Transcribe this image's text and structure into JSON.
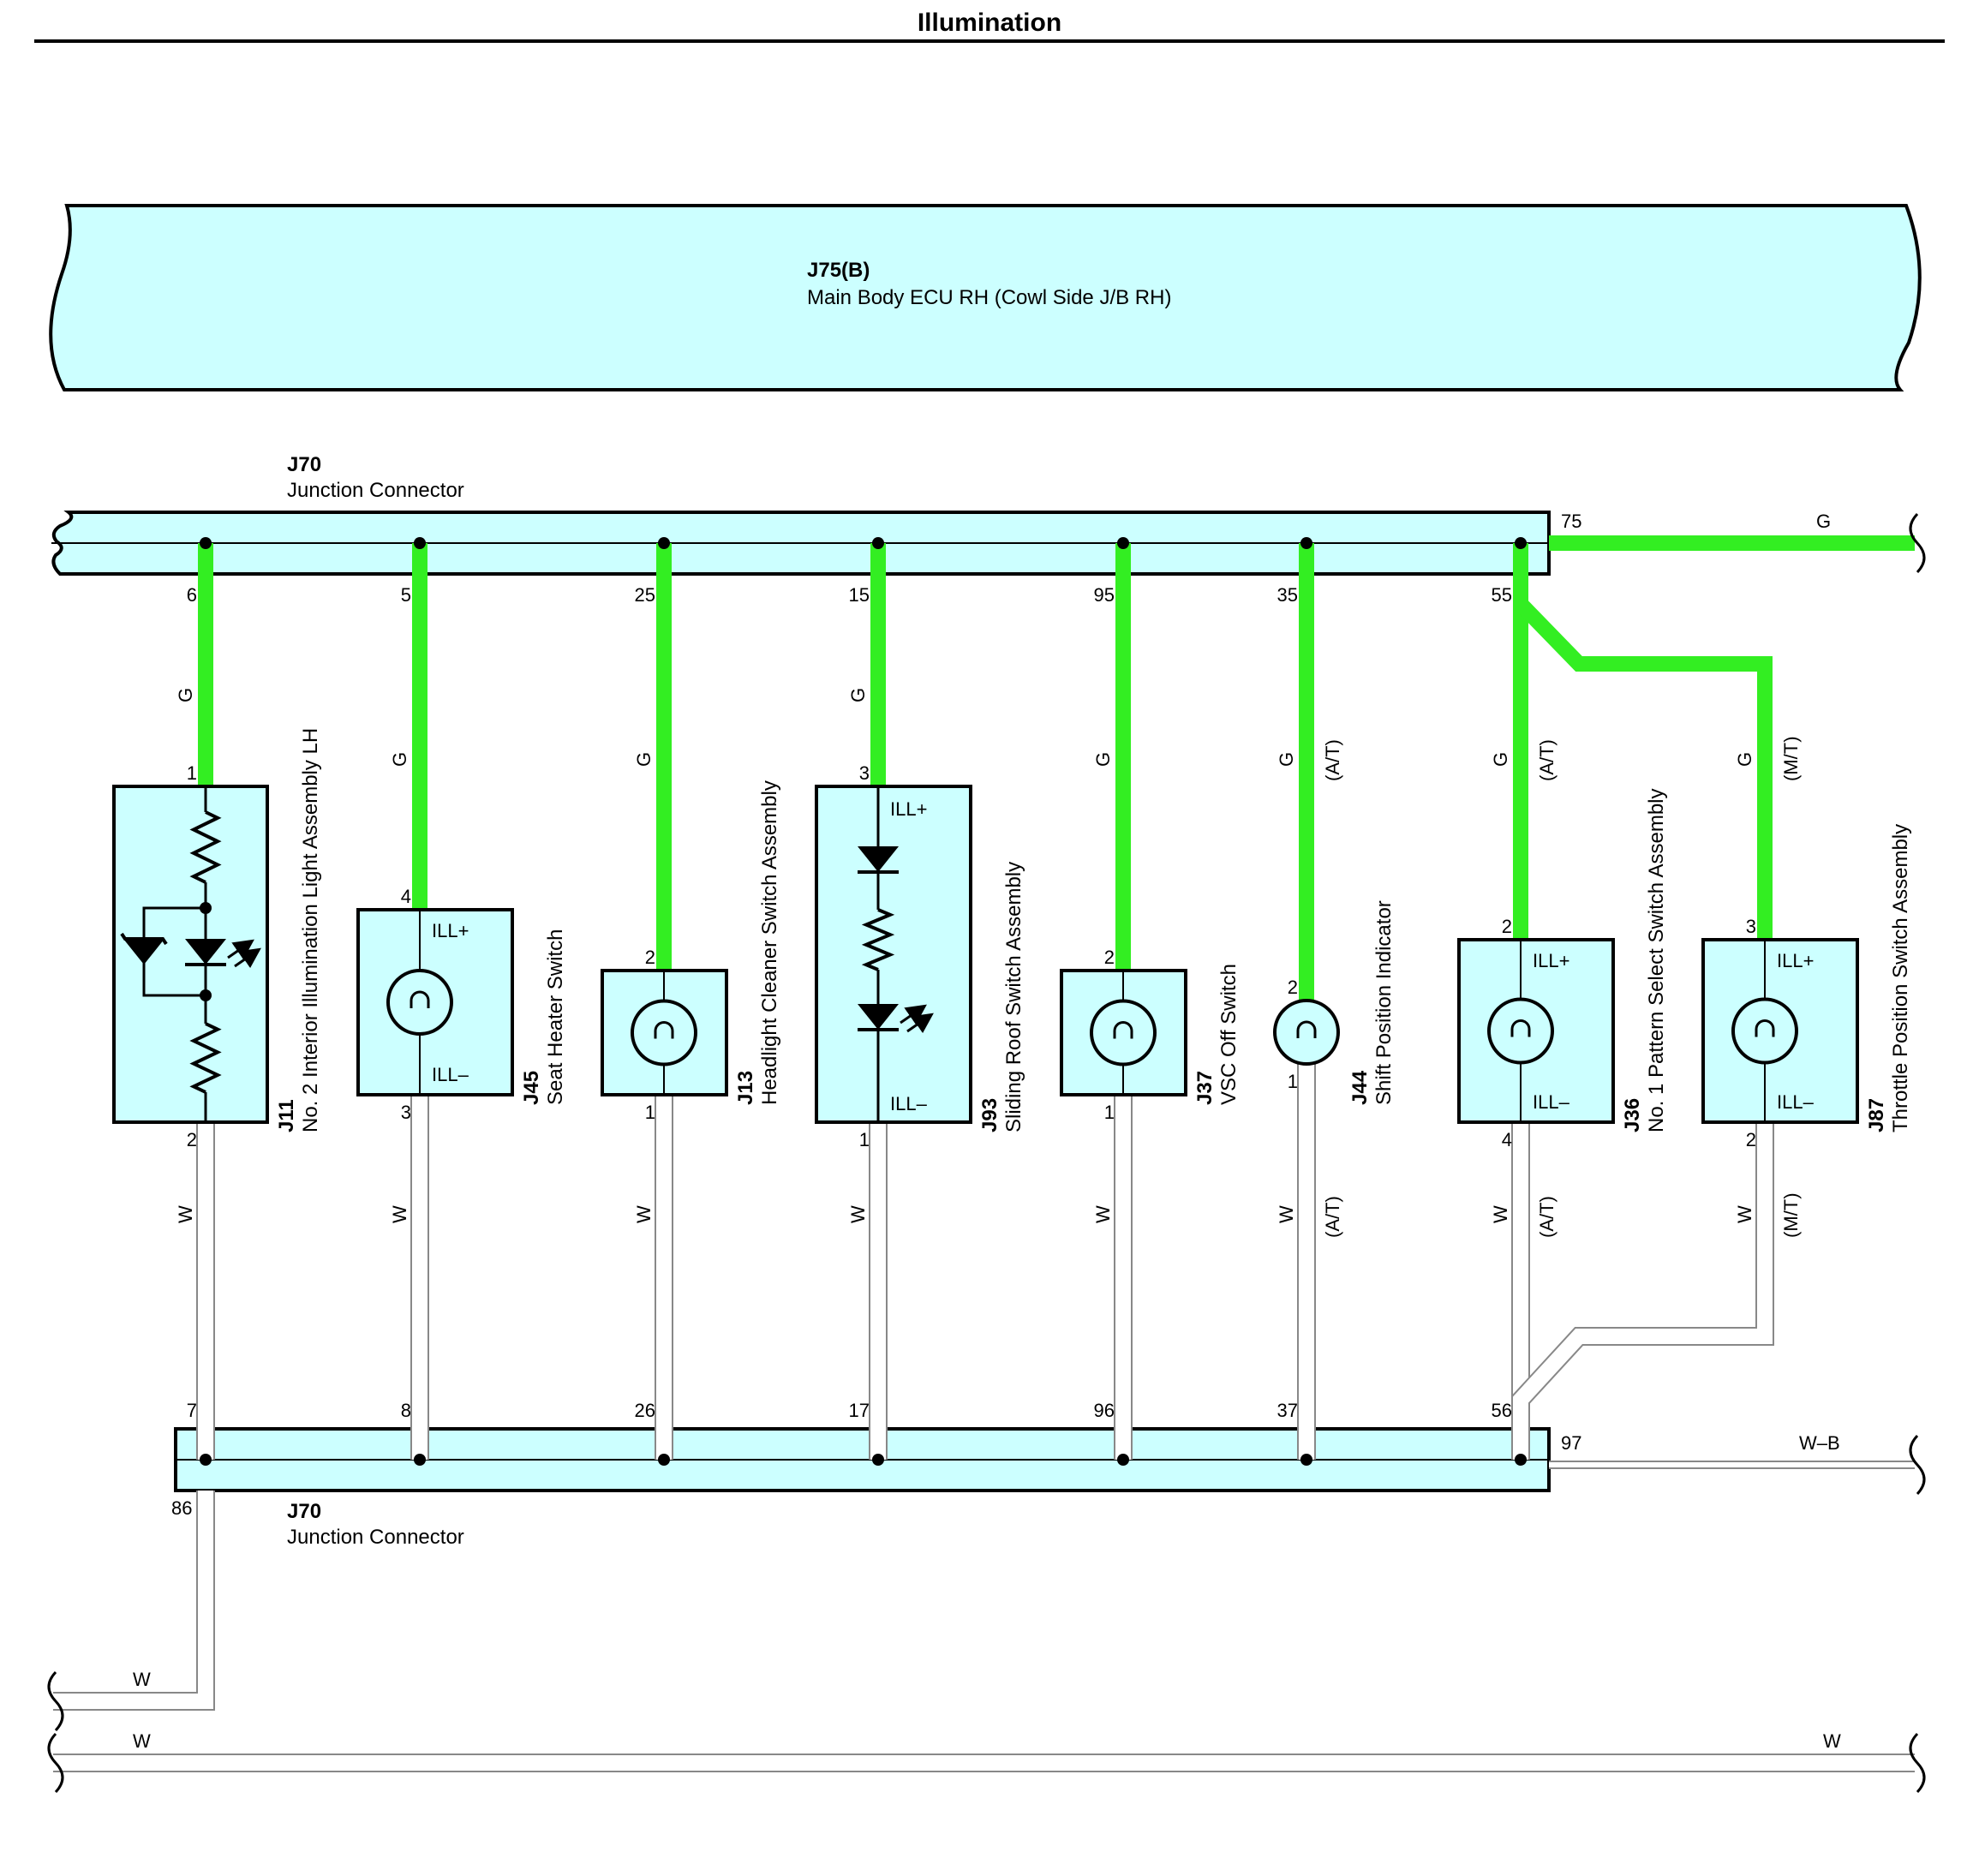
{
  "title": "Illumination",
  "colors": {
    "wire_green": "#33ee22",
    "connector_fill": "#ccffff",
    "wire_white": "#ffffff",
    "wire_outline": "#888888"
  },
  "ecu": {
    "id": "J75(B)",
    "name": "Main Body ECU RH (Cowl Side J/B RH)"
  },
  "jc_top": {
    "id": "J70",
    "name": "Junction Connector",
    "out_pin": "75",
    "out_wire": "G"
  },
  "jc_bottom": {
    "id": "J70",
    "name": "Junction Connector",
    "out_pin": "97",
    "out_wire": "W–B",
    "down_pin": "86"
  },
  "bottom_wires": {
    "w1": "W",
    "w2_left": "W",
    "w2_right": "W"
  },
  "components": [
    {
      "key": "j11",
      "id": "J11",
      "name": "No. 2 Interior Illumination Light Assembly LH",
      "top_jc_pin": "6",
      "top_pin": "1",
      "bottom_pin": "2",
      "bottom_jc_pin": "7",
      "wire_top": "G",
      "wire_bottom": "W"
    },
    {
      "key": "j45",
      "id": "J45",
      "name": "Seat Heater Switch",
      "top_jc_pin": "5",
      "top_pin": "4",
      "bottom_pin": "3",
      "bottom_jc_pin": "8",
      "wire_top": "G",
      "wire_bottom": "W",
      "ill_plus": "ILL+",
      "ill_minus": "ILL–"
    },
    {
      "key": "j13",
      "id": "J13",
      "name": "Headlight Cleaner Switch Assembly",
      "top_jc_pin": "25",
      "top_pin": "2",
      "bottom_pin": "1",
      "bottom_jc_pin": "26",
      "wire_top": "G",
      "wire_bottom": "W"
    },
    {
      "key": "j93",
      "id": "J93",
      "name": "Sliding Roof Switch Assembly",
      "top_jc_pin": "15",
      "top_pin": "3",
      "bottom_pin": "1",
      "bottom_jc_pin": "17",
      "wire_top": "G",
      "wire_bottom": "W",
      "ill_plus": "ILL+",
      "ill_minus": "ILL–"
    },
    {
      "key": "j37",
      "id": "J37",
      "name": "VSC Off Switch",
      "top_jc_pin": "95",
      "top_pin": "2",
      "bottom_pin": "1",
      "bottom_jc_pin": "96",
      "wire_top": "G",
      "wire_bottom": "W"
    },
    {
      "key": "j44",
      "id": "J44",
      "name": "Shift Position Indicator",
      "top_jc_pin": "35",
      "top_pin": "2",
      "bottom_pin": "1",
      "bottom_jc_pin": "37",
      "wire_top": "G",
      "wire_bottom": "W",
      "variant": "(A/T)"
    },
    {
      "key": "j36",
      "id": "J36",
      "name": "No. 1 Pattern Select Switch Assembly",
      "top_jc_pin": "55",
      "top_pin": "2",
      "bottom_pin": "4",
      "bottom_jc_pin": "56",
      "wire_top": "G",
      "wire_bottom": "W",
      "variant": "(A/T)",
      "ill_plus": "ILL+",
      "ill_minus": "ILL–"
    },
    {
      "key": "j87",
      "id": "J87",
      "name": "Throttle Position Switch Assembly",
      "top_pin": "3",
      "bottom_pin": "2",
      "wire_top": "G",
      "wire_bottom": "W",
      "variant": "(M/T)",
      "ill_plus": "ILL+",
      "ill_minus": "ILL–"
    }
  ]
}
